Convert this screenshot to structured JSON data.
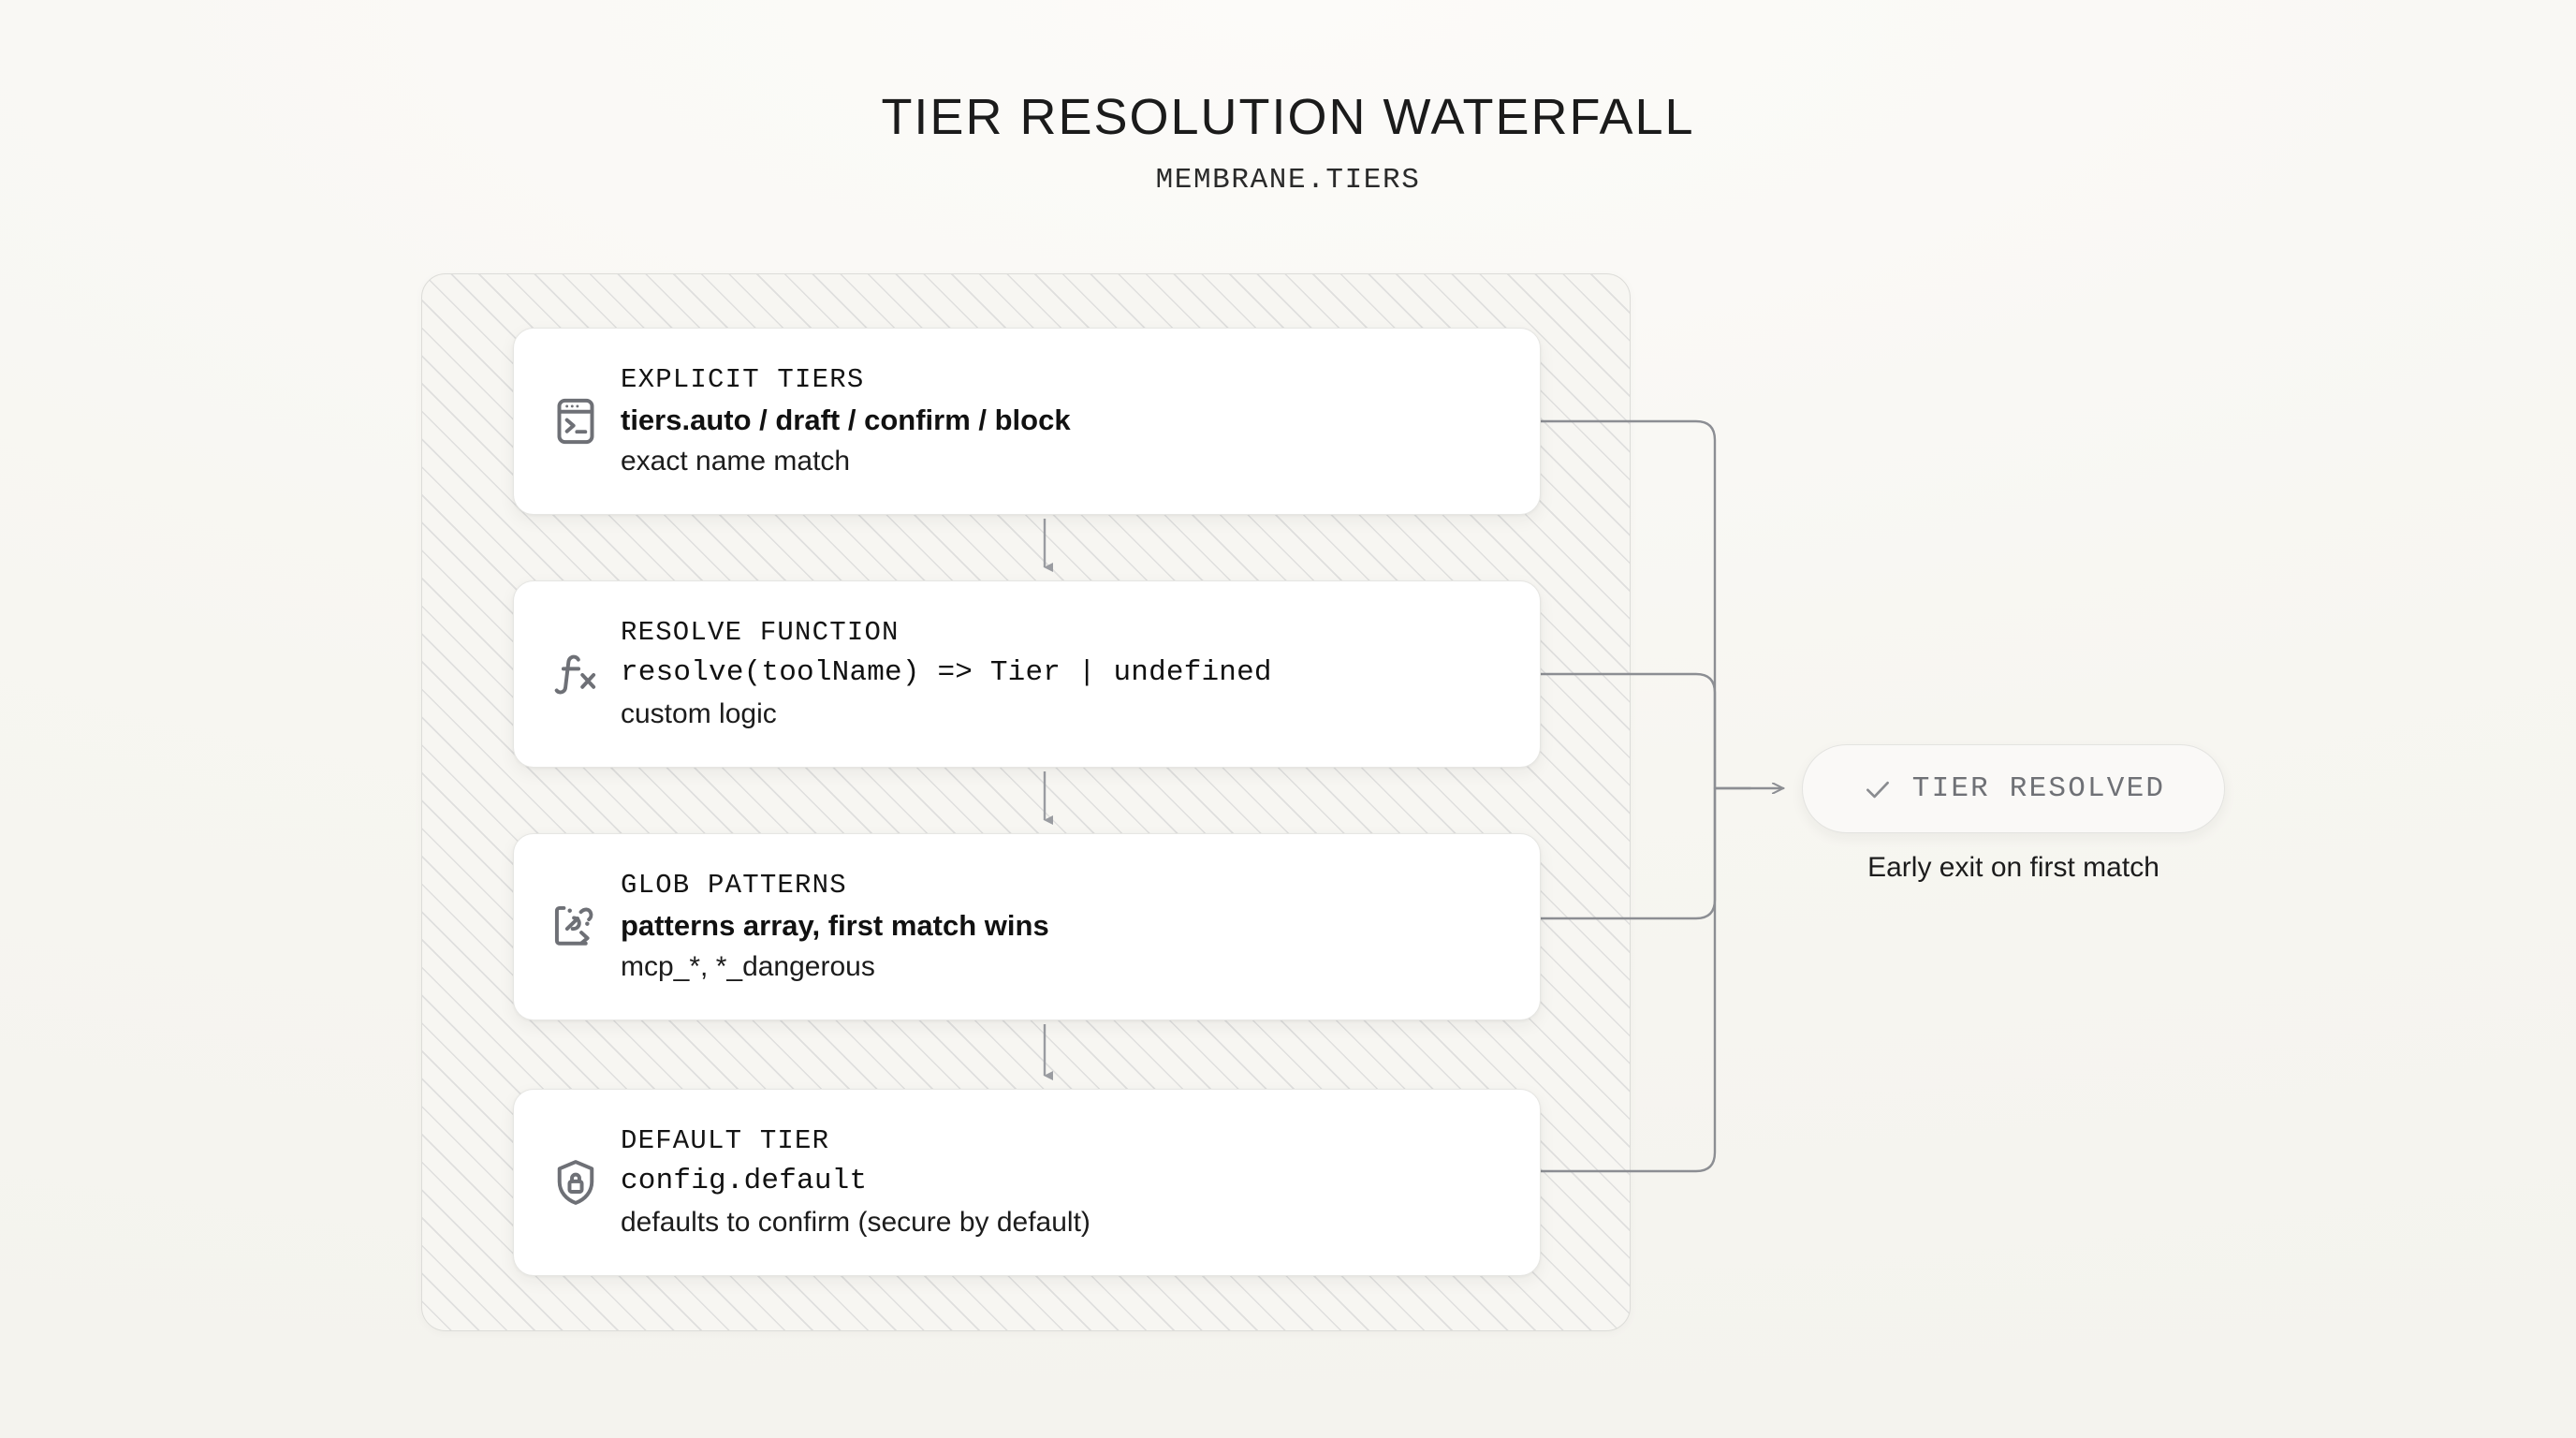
{
  "header": {
    "title": "TIER RESOLUTION WATERFALL",
    "subtitle": "MEMBRANE.TIERS"
  },
  "steps": [
    {
      "icon": "terminal-icon",
      "label": "EXPLICIT TIERS",
      "value": "tiers.auto / draft / confirm / block",
      "value_style": "bold",
      "caption": "exact name match"
    },
    {
      "icon": "function-fx-icon",
      "label": "RESOLVE FUNCTION",
      "value": "resolve(toolName) => Tier | undefined",
      "value_style": "mono",
      "caption": "custom logic"
    },
    {
      "icon": "wildcard-pattern-icon",
      "label": "GLOB PATTERNS",
      "value": "patterns array, first match wins",
      "value_style": "bold",
      "caption": "mcp_*, *_dangerous"
    },
    {
      "icon": "shield-lock-icon",
      "label": "DEFAULT TIER",
      "value": "config.default",
      "value_style": "mono",
      "caption": "defaults to confirm (secure by default)"
    }
  ],
  "result": {
    "check_icon": "check-icon",
    "label": "TIER RESOLVED",
    "note": "Early exit on first match"
  },
  "colors": {
    "background": "#f7f6f2",
    "card_background": "#ffffff",
    "card_border": "#e6e6e3",
    "hatch_line": "#b0b2b6",
    "connector": "#8c8e93",
    "icon": "#6e7076",
    "text_primary": "#141414",
    "text_muted": "#6f7176"
  }
}
